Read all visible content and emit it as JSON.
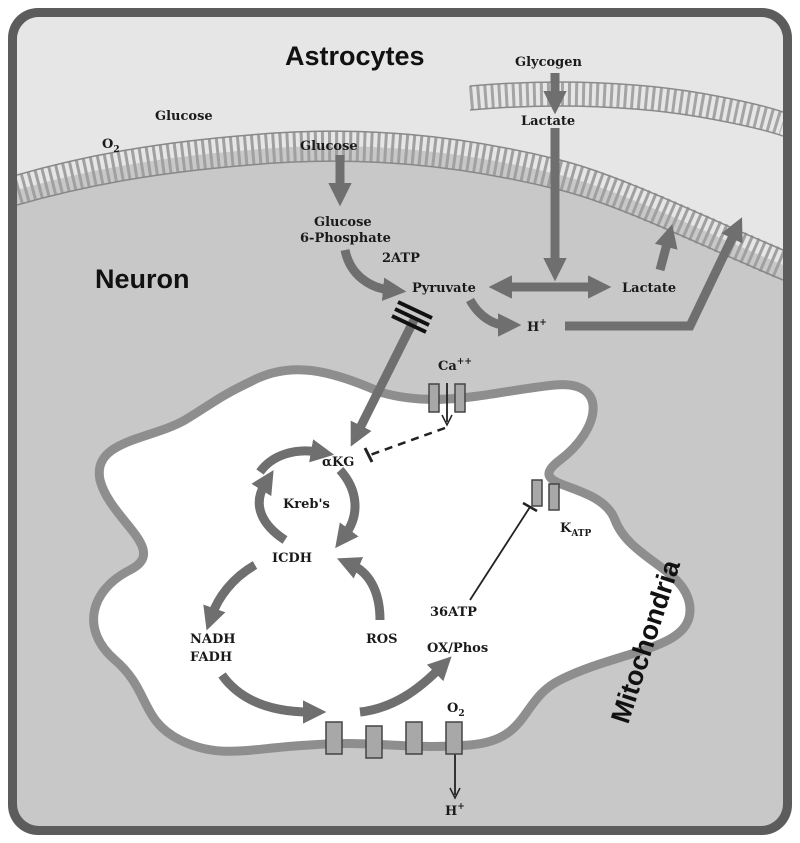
{
  "headings": {
    "astrocytes": "Astrocytes",
    "neuron": "Neuron",
    "mitochondria": "Mitochondria"
  },
  "astrocyte_labels": {
    "glucose": "Glucose",
    "o2": "O",
    "o2_sub": "2",
    "glycogen": "Glycogen",
    "lactate": "Lactate"
  },
  "neuron_labels": {
    "glucose": "Glucose",
    "glucose6p_line1": "Glucose",
    "glucose6p_line2": "6-Phosphate",
    "atp2": "2ATP",
    "pyruvate": "Pyruvate",
    "lactate": "Lactate",
    "hplus": "H",
    "hplus_sup": "+"
  },
  "mito_labels": {
    "ca": "Ca",
    "ca_sup": "++",
    "akg": "αKG",
    "krebs": "Kreb's",
    "icdh": "ICDH",
    "nadh": "NADH",
    "fadh": "FADH",
    "ros": "ROS",
    "atp36": "36ATP",
    "oxphos": "OX/Phos",
    "katp_k": "K",
    "katp_sub": "ATP",
    "o2": "O",
    "o2_sub": "2",
    "hplus": "H",
    "hplus_sup": "+"
  },
  "colors": {
    "frame": "#5c5c5c",
    "astrocyte_bg": "#e6e6e6",
    "neuron_bg": "#c8c8c8",
    "membrane": "#9a9a9a",
    "mito_fill": "#ffffff",
    "mito_edge": "#8e8e8e",
    "arrow": "#6f6f6f",
    "channel": "#a8a8a8",
    "text": "#1a1a1a"
  }
}
